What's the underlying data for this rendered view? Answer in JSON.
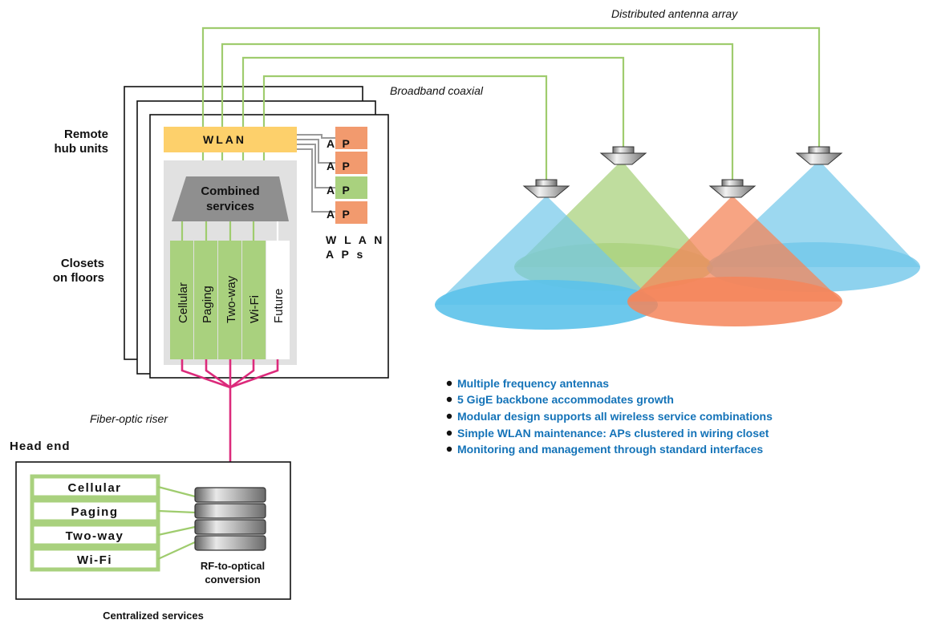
{
  "labels": {
    "distributed_antenna_array": "Distributed antenna array",
    "broadband_coaxial": "Broadband coaxial",
    "remote_hub_units_line1": "Remote",
    "remote_hub_units_line2": "hub units",
    "closets_line1": "Closets",
    "closets_line2": "on floors",
    "fiber_optic_riser": "Fiber-optic riser",
    "head_end": "Head end",
    "centralized_services": "Centralized services",
    "rf_conversion_line1": "RF-to-optical",
    "rf_conversion_line2": "conversion",
    "wlan_aps_line1": "W L A N",
    "wlan_aps_line2": "A P s"
  },
  "hub": {
    "wlan_label": "WLAN",
    "combined_line1": "Combined",
    "combined_line2": "services",
    "services": [
      "Cellular",
      "Paging",
      "Two-way",
      "Wi-Fi",
      "Future"
    ],
    "aps": [
      "A P",
      "A P",
      "A P",
      "A P"
    ]
  },
  "head_end_services": [
    "Cellular",
    "Paging",
    "Two-way",
    "Wi-Fi"
  ],
  "bullets": [
    "Multiple frequency antennas",
    "5 GigE backbone accommodates growth",
    "Modular design supports all wireless service combinations",
    "Simple WLAN maintenance: APs clustered in wiring closet",
    "Monitoring and management through standard interfaces"
  ],
  "colors": {
    "green": "#9fcc6e",
    "gray_line": "#9a9a9a",
    "pink_fiber": "#dc2a7b",
    "wlan_bar": "#fdd06b",
    "ap_orange": "#f29a6e",
    "ap_green": "#a9d17e",
    "beam_blue": "#72c7ea",
    "beam_green": "#a9d17e",
    "beam_orange": "#f4855a",
    "bullet_text": "#1473b8"
  }
}
